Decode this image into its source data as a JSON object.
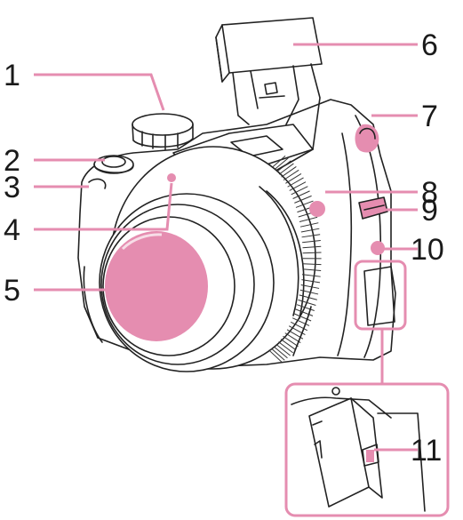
{
  "diagram": {
    "colors": {
      "highlight": "#e58db0",
      "outline": "#222222",
      "text": "#1a1a1a"
    },
    "callouts": [
      {
        "id": 1,
        "label": "1"
      },
      {
        "id": 2,
        "label": "2"
      },
      {
        "id": 3,
        "label": "3"
      },
      {
        "id": 4,
        "label": "4"
      },
      {
        "id": 5,
        "label": "5"
      },
      {
        "id": 6,
        "label": "6"
      },
      {
        "id": 7,
        "label": "7"
      },
      {
        "id": 8,
        "label": "8"
      },
      {
        "id": 9,
        "label": "9"
      },
      {
        "id": 10,
        "label": "10"
      },
      {
        "id": 11,
        "label": "11"
      }
    ]
  }
}
